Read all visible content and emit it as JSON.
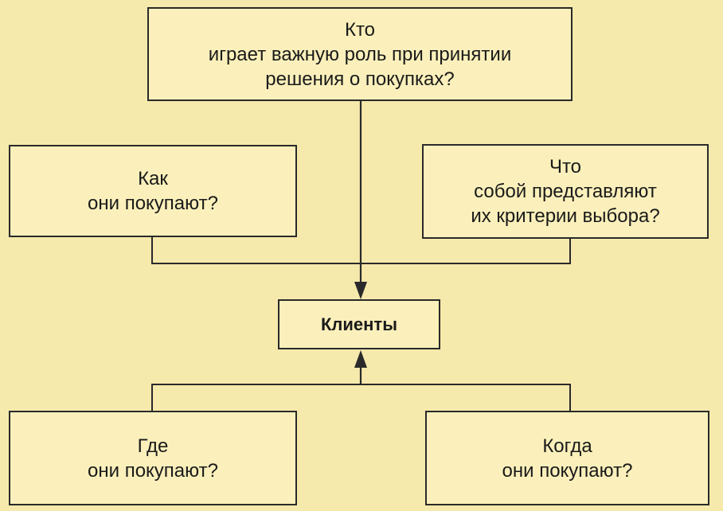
{
  "boxes": {
    "who": {
      "lines": [
        "Кто",
        "играет важную роль при принятии",
        "решения о покупках?"
      ]
    },
    "how": {
      "lines": [
        "Как",
        "они покупают?"
      ]
    },
    "what": {
      "lines": [
        "Что",
        "собой представляют",
        "их критерии выбора?"
      ]
    },
    "clients": {
      "label": "Клиенты"
    },
    "where": {
      "lines": [
        "Где",
        "они покупают?"
      ]
    },
    "when": {
      "lines": [
        "Когда",
        "они покупают?"
      ]
    }
  },
  "colors": {
    "background": "#f6e9ac",
    "box_fill": "#fbf0bb",
    "line": "#2a2a2a"
  }
}
